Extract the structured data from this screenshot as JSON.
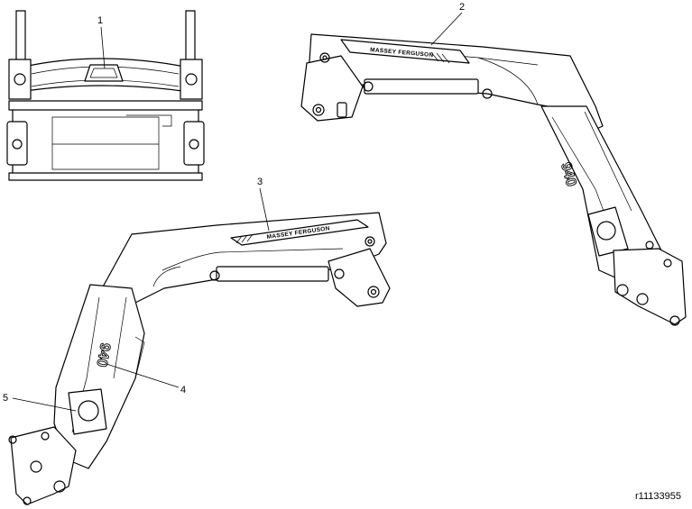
{
  "callouts": [
    {
      "label": "1"
    },
    {
      "label": "2"
    },
    {
      "label": "3"
    },
    {
      "label": "4"
    },
    {
      "label": "5"
    }
  ],
  "decals": {
    "brand_text": "MASSEY FERGUSON",
    "model_text": "940"
  },
  "figure_id": "r11133955"
}
